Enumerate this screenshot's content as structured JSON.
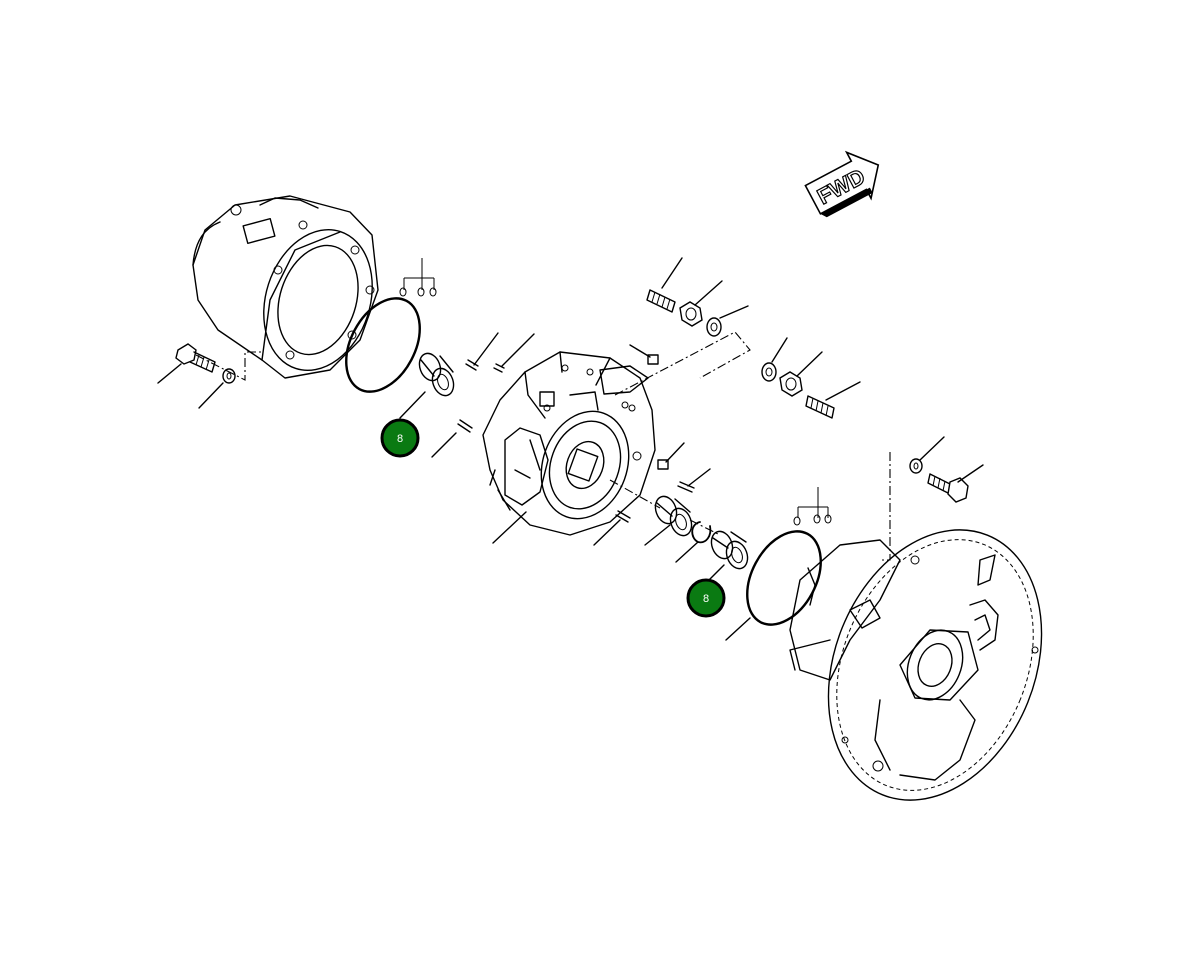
{
  "diagram": {
    "direction_label": "FWD",
    "callouts": [
      {
        "label": "8",
        "part": "bearing"
      },
      {
        "label": "8",
        "part": "bearing"
      }
    ]
  }
}
